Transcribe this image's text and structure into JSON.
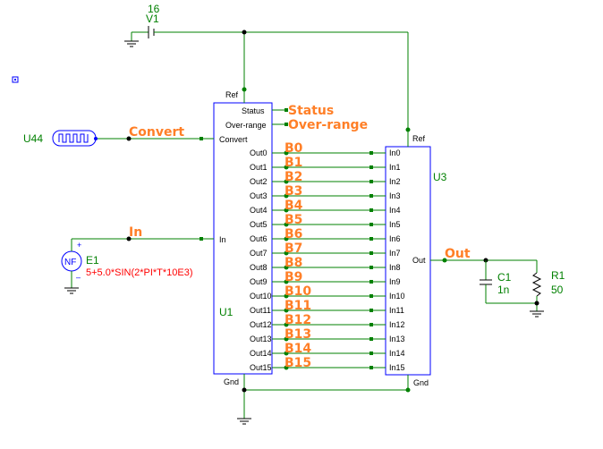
{
  "v1": {
    "name": "V1",
    "value": "16"
  },
  "u1": {
    "name": "U1",
    "ref": "Ref",
    "gnd": "Gnd",
    "status": "Status",
    "overrange": "Over-range",
    "convert": "Convert",
    "in": "In",
    "outs": [
      "Out0",
      "Out1",
      "Out2",
      "Out3",
      "Out4",
      "Out5",
      "Out6",
      "Out7",
      "Out8",
      "Out9",
      "Out10",
      "Out11",
      "Out12",
      "Out13",
      "Out14",
      "Out15"
    ]
  },
  "u3": {
    "name": "U3",
    "ref": "Ref",
    "gnd": "Gnd",
    "out": "Out",
    "ins": [
      "In0",
      "In1",
      "In2",
      "In3",
      "In4",
      "In5",
      "In6",
      "In7",
      "In8",
      "In9",
      "In10",
      "In11",
      "In12",
      "In13",
      "In14",
      "In15"
    ]
  },
  "u44": {
    "name": "U44"
  },
  "e1": {
    "name": "E1",
    "value": "5+5.0*SIN(2*PI*T*10E3)",
    "symbol": "NF"
  },
  "c1": {
    "name": "C1",
    "value": "1n"
  },
  "r1": {
    "name": "R1",
    "value": "50"
  },
  "nets": {
    "status": "Status",
    "overrange": "Over-range",
    "convert": "Convert",
    "in": "In",
    "out": "Out",
    "bits": [
      "B0",
      "B1",
      "B2",
      "B3",
      "B4",
      "B5",
      "B6",
      "B7",
      "B8",
      "B9",
      "B10",
      "B11",
      "B12",
      "B13",
      "B14",
      "B15"
    ]
  },
  "colors": {
    "wire": "#008000",
    "netlabel": "#ff7f27",
    "body": "#0000ff",
    "value": "#ff0000",
    "pin": "#000000"
  }
}
